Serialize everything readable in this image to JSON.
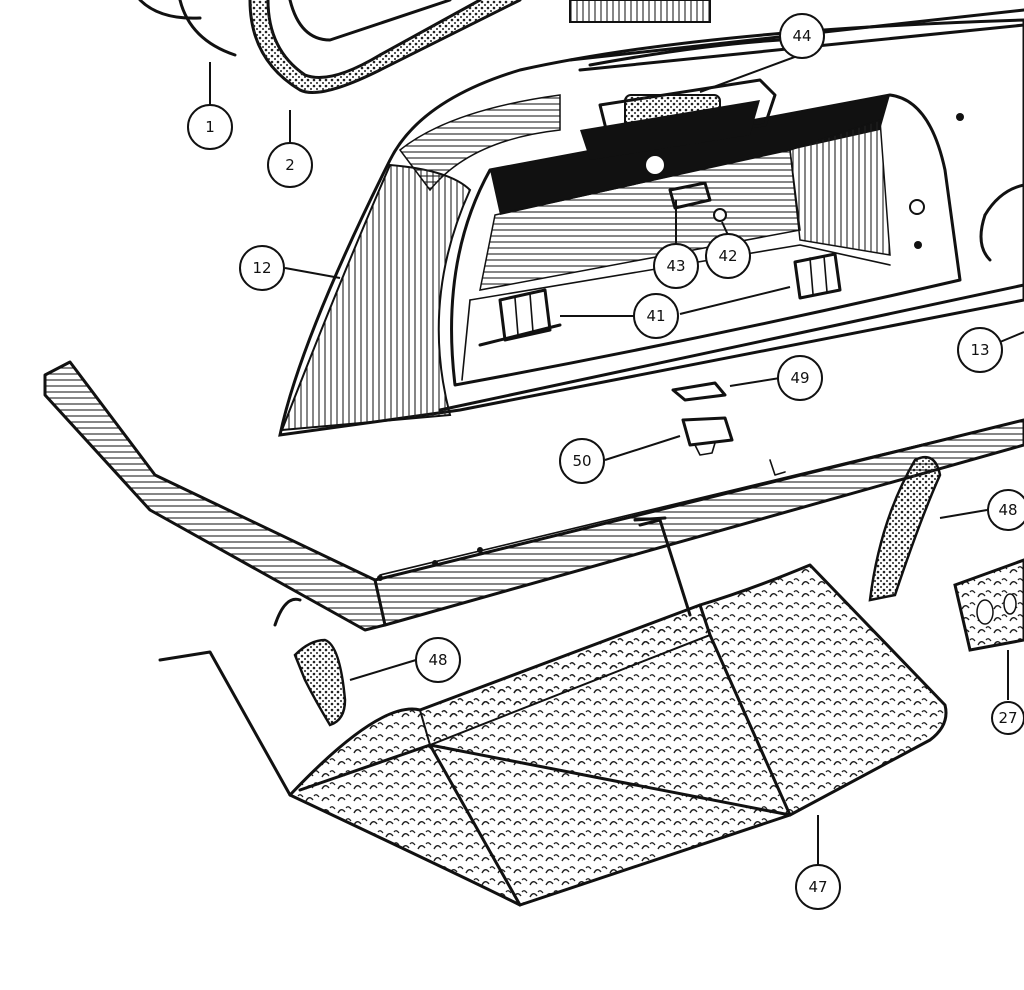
{
  "callouts": {
    "c1": "1",
    "c2": "2",
    "c12": "12",
    "c13": "13",
    "c27": "27",
    "c41": "41",
    "c42": "42",
    "c43": "43",
    "c44": "44",
    "c47": "47",
    "c48a": "48",
    "c48b": "48",
    "c49": "49",
    "c50": "50"
  }
}
